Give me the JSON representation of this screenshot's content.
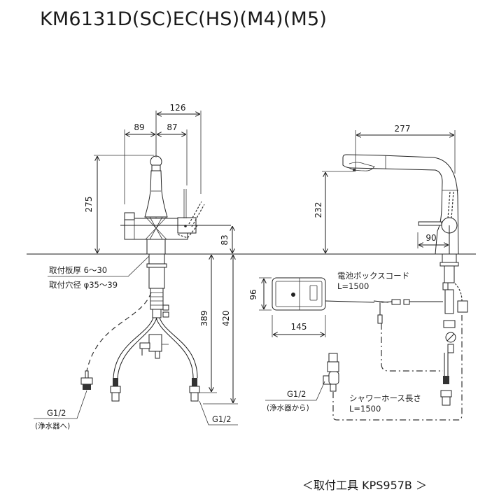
{
  "title": "KM6131D(SC)EC(HS)(M4)(M5)",
  "front_view": {
    "dims": {
      "width_total": "126",
      "left_offset": "89",
      "right_offset": "87",
      "height_total": "275",
      "handle_height": "83",
      "hose_length_389": "389",
      "hose_length_420": "420"
    },
    "labels": {
      "mount_thickness": "取付板厚 6～30",
      "mount_hole": "取付穴径 φ35～39",
      "g12_left": "G1/2",
      "to_purifier": "(浄水器へ)",
      "g12_right": "G1/2"
    }
  },
  "side_view": {
    "dims": {
      "spout_reach": "277",
      "spout_height": "232",
      "handle_offset": "90"
    }
  },
  "battery_box": {
    "dims": {
      "height": "96",
      "width": "145"
    },
    "cord_label": "電池ボックスコード",
    "cord_length": "L=1500"
  },
  "purifier_inlet": {
    "g12": "G1/2",
    "from_purifier": "(浄水器から)"
  },
  "shower_hose": {
    "label": "シャワーホース長さ",
    "length": "L=1500"
  },
  "footer": "＜取付工具 KPS957B ＞"
}
